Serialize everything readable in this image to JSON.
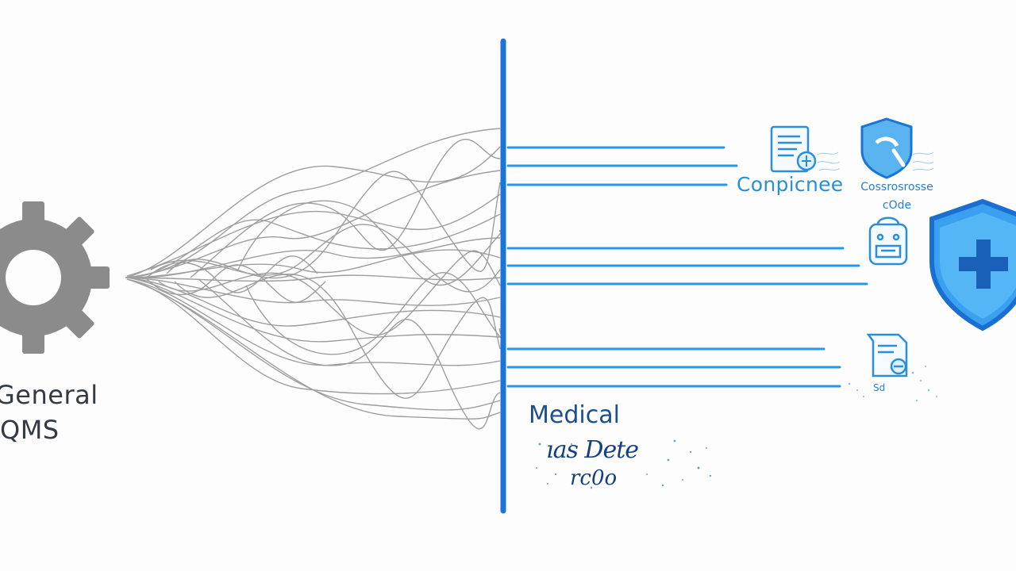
{
  "left": {
    "line1": "General",
    "line2": "QMS",
    "icon": "gear-icon"
  },
  "right": {
    "compliance": "Conpicnee",
    "security_line1": "Cossrosrosse",
    "security_line2": "cOde",
    "medical": "Medical",
    "stamp_line1": "ıas Dete",
    "stamp_line2": "rc0o",
    "caption": "Sd",
    "icons": [
      "document-icon",
      "shield-icon",
      "device-icon",
      "medical-shield-icon",
      "record-icon"
    ]
  },
  "colors": {
    "gray": "#8a8a8a",
    "blue": "#1a75d8",
    "line_blue": "#2798e8",
    "dark_text": "#333a44"
  }
}
